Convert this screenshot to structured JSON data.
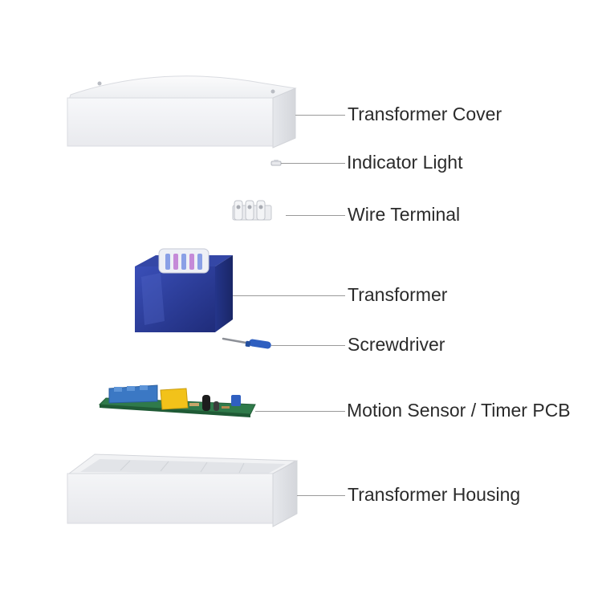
{
  "diagram": {
    "parts": [
      {
        "id": "transformer-cover",
        "label": "Transformer Cover"
      },
      {
        "id": "indicator-light",
        "label": "Indicator Light"
      },
      {
        "id": "wire-terminal",
        "label": "Wire Terminal"
      },
      {
        "id": "transformer",
        "label": "Transformer"
      },
      {
        "id": "screwdriver",
        "label": "Screwdriver"
      },
      {
        "id": "pcb",
        "label": "Motion Sensor / Timer PCB"
      },
      {
        "id": "transformer-housing",
        "label": "Transformer Housing"
      }
    ]
  },
  "colors": {
    "background": "#ffffff",
    "plastic_light": "#f4f5f7",
    "plastic_shade": "#dfe1e5",
    "transformer_blue": "#2b3d9a",
    "pcb_green": "#2f7a4a",
    "terminal_blue": "#3b78c4",
    "capacitor_yellow": "#f2c21a",
    "leader_line": "#9a9a9a",
    "label_text": "#2b2b2b"
  }
}
